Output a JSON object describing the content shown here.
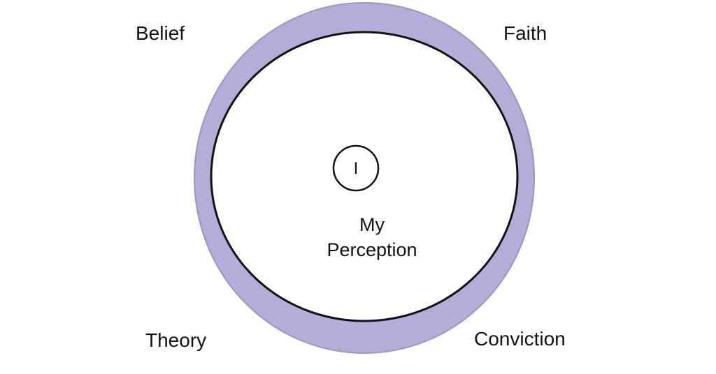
{
  "labels": {
    "top_left": "Belief",
    "top_right": "Faith",
    "bottom_left": "Theory",
    "bottom_right": "Conviction"
  },
  "center": {
    "symbol": "I",
    "line1": "My",
    "line2": "Perception"
  },
  "colors": {
    "ring": "#b5acd8",
    "ring_edge": "#9d94c6",
    "stroke": "#111111"
  }
}
